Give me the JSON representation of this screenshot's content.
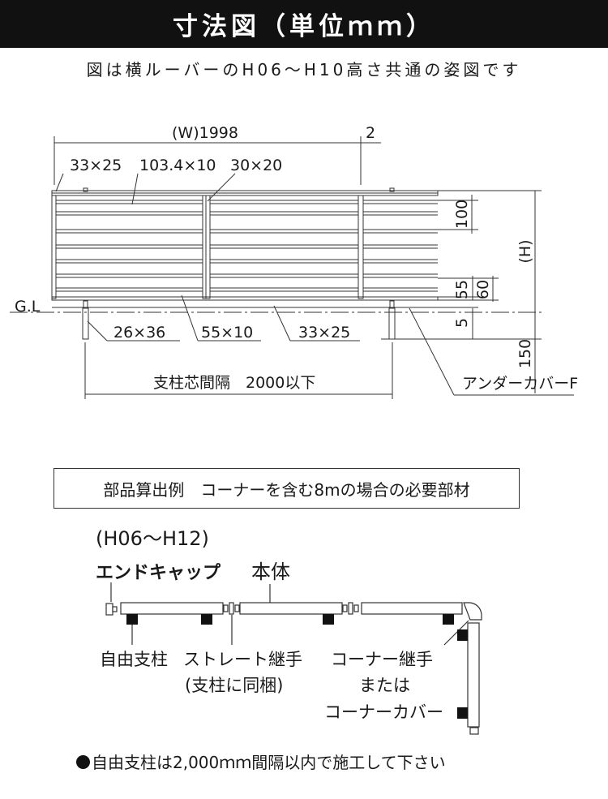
{
  "header": {
    "title": "寸法図（単位ｍｍ）"
  },
  "subtitle": "図は横ルーバーのH06～H10高さ共通の姿図です",
  "dimension_diagram": {
    "width_label": "(W)1998",
    "gap_label": "2",
    "profile_labels": {
      "end_post": "33×25",
      "louver": "103.4×10",
      "mid_post": "30×20"
    },
    "ground_label": "G.L",
    "bottom_labels": {
      "post": "26×36",
      "rail": "55×10",
      "bottom_bar": "33×25"
    },
    "vertical_labels": {
      "pitch": "100",
      "height": "(H)",
      "rail_a": "55",
      "rail_b": "60",
      "gap": "5",
      "embed": "150"
    },
    "post_spacing_label": "支柱芯間隔　2000以下",
    "under_cover_label": "アンダーカバーF"
  },
  "parts_example": {
    "box_text": "部品算出例　コーナーを含む8mの場合の必要部材",
    "height_range": "(H06～H12)",
    "end_cap_label": "エンドキャップ",
    "body_label": "本体",
    "free_post_label": "自由支柱",
    "straight_joint_label": "ストレート継手",
    "straight_joint_note": "(支柱に同梱)",
    "corner_joint_label": "コーナー継手",
    "or_label": "または",
    "corner_cover_label": "コーナーカバー"
  },
  "note": "自由支柱は2,000ｍｍ間隔以内で施工して下さい",
  "colors": {
    "title_bg": "#111111",
    "title_text": "#ffffff",
    "line": "#333333",
    "post_fill": "#111111"
  }
}
